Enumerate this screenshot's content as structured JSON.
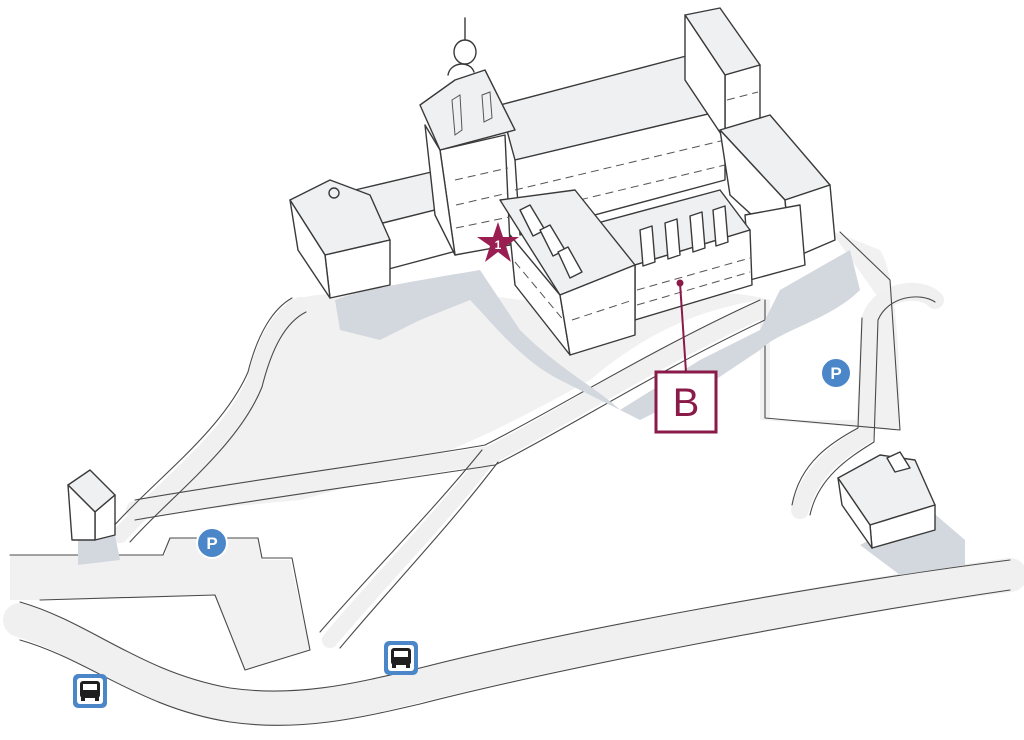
{
  "map": {
    "labels": {
      "building_marker": "B",
      "entrance_marker": "1",
      "parking_symbol": "P"
    },
    "icons": [
      "parking-icon",
      "bus-stop-icon",
      "star-marker-icon"
    ],
    "colors": {
      "marker": "#8a1a48",
      "star": "#9b1e52",
      "parking": "#4a86c8",
      "bus_stop": "#4a86c8",
      "ground": "#f1f1f1",
      "building_shadow": "#d3d8de"
    }
  }
}
